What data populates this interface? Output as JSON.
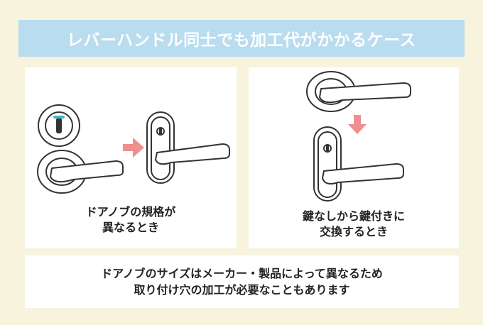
{
  "title": "レバーハンドル同士でも加工代がかかるケース",
  "panels": [
    {
      "caption_line1": "ドアノブの規格が",
      "caption_line2": "異なるとき"
    },
    {
      "caption_line1": "鍵なしから鍵付きに",
      "caption_line2": "交換するとき"
    }
  ],
  "note": {
    "line1": "ドアノブのサイズはメーカー・製品によって異なるため",
    "line2": "取り付け穴の加工が必要なこともあります"
  },
  "colors": {
    "background": "#f8f3dc",
    "title_bar": "#b9dcef",
    "arrow": "#ef8f8f",
    "indicator": "#3fb8c8"
  }
}
